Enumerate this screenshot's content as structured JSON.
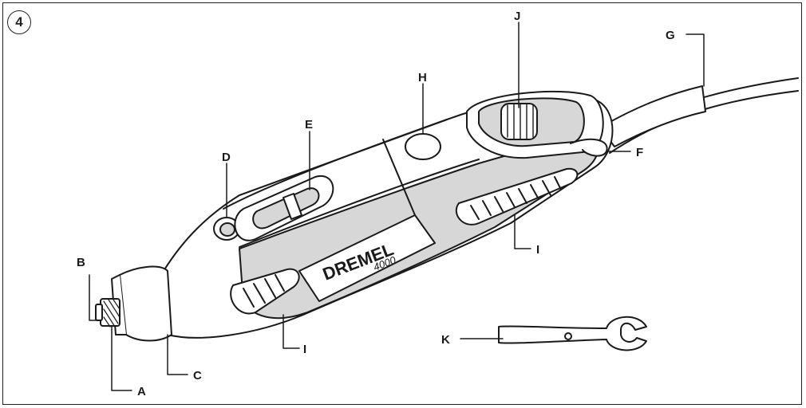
{
  "figure": {
    "number": "4"
  },
  "tool": {
    "brand": "DREMEL",
    "model": "4000"
  },
  "callouts": {
    "A": "A",
    "B": "B",
    "C": "C",
    "D": "D",
    "E": "E",
    "F": "F",
    "G": "G",
    "H": "H",
    "I": "I",
    "J": "J",
    "K": "K"
  },
  "colors": {
    "line": "#1a1a1a",
    "grip": "#d7d7d7",
    "dark": "#2a2a2a"
  }
}
